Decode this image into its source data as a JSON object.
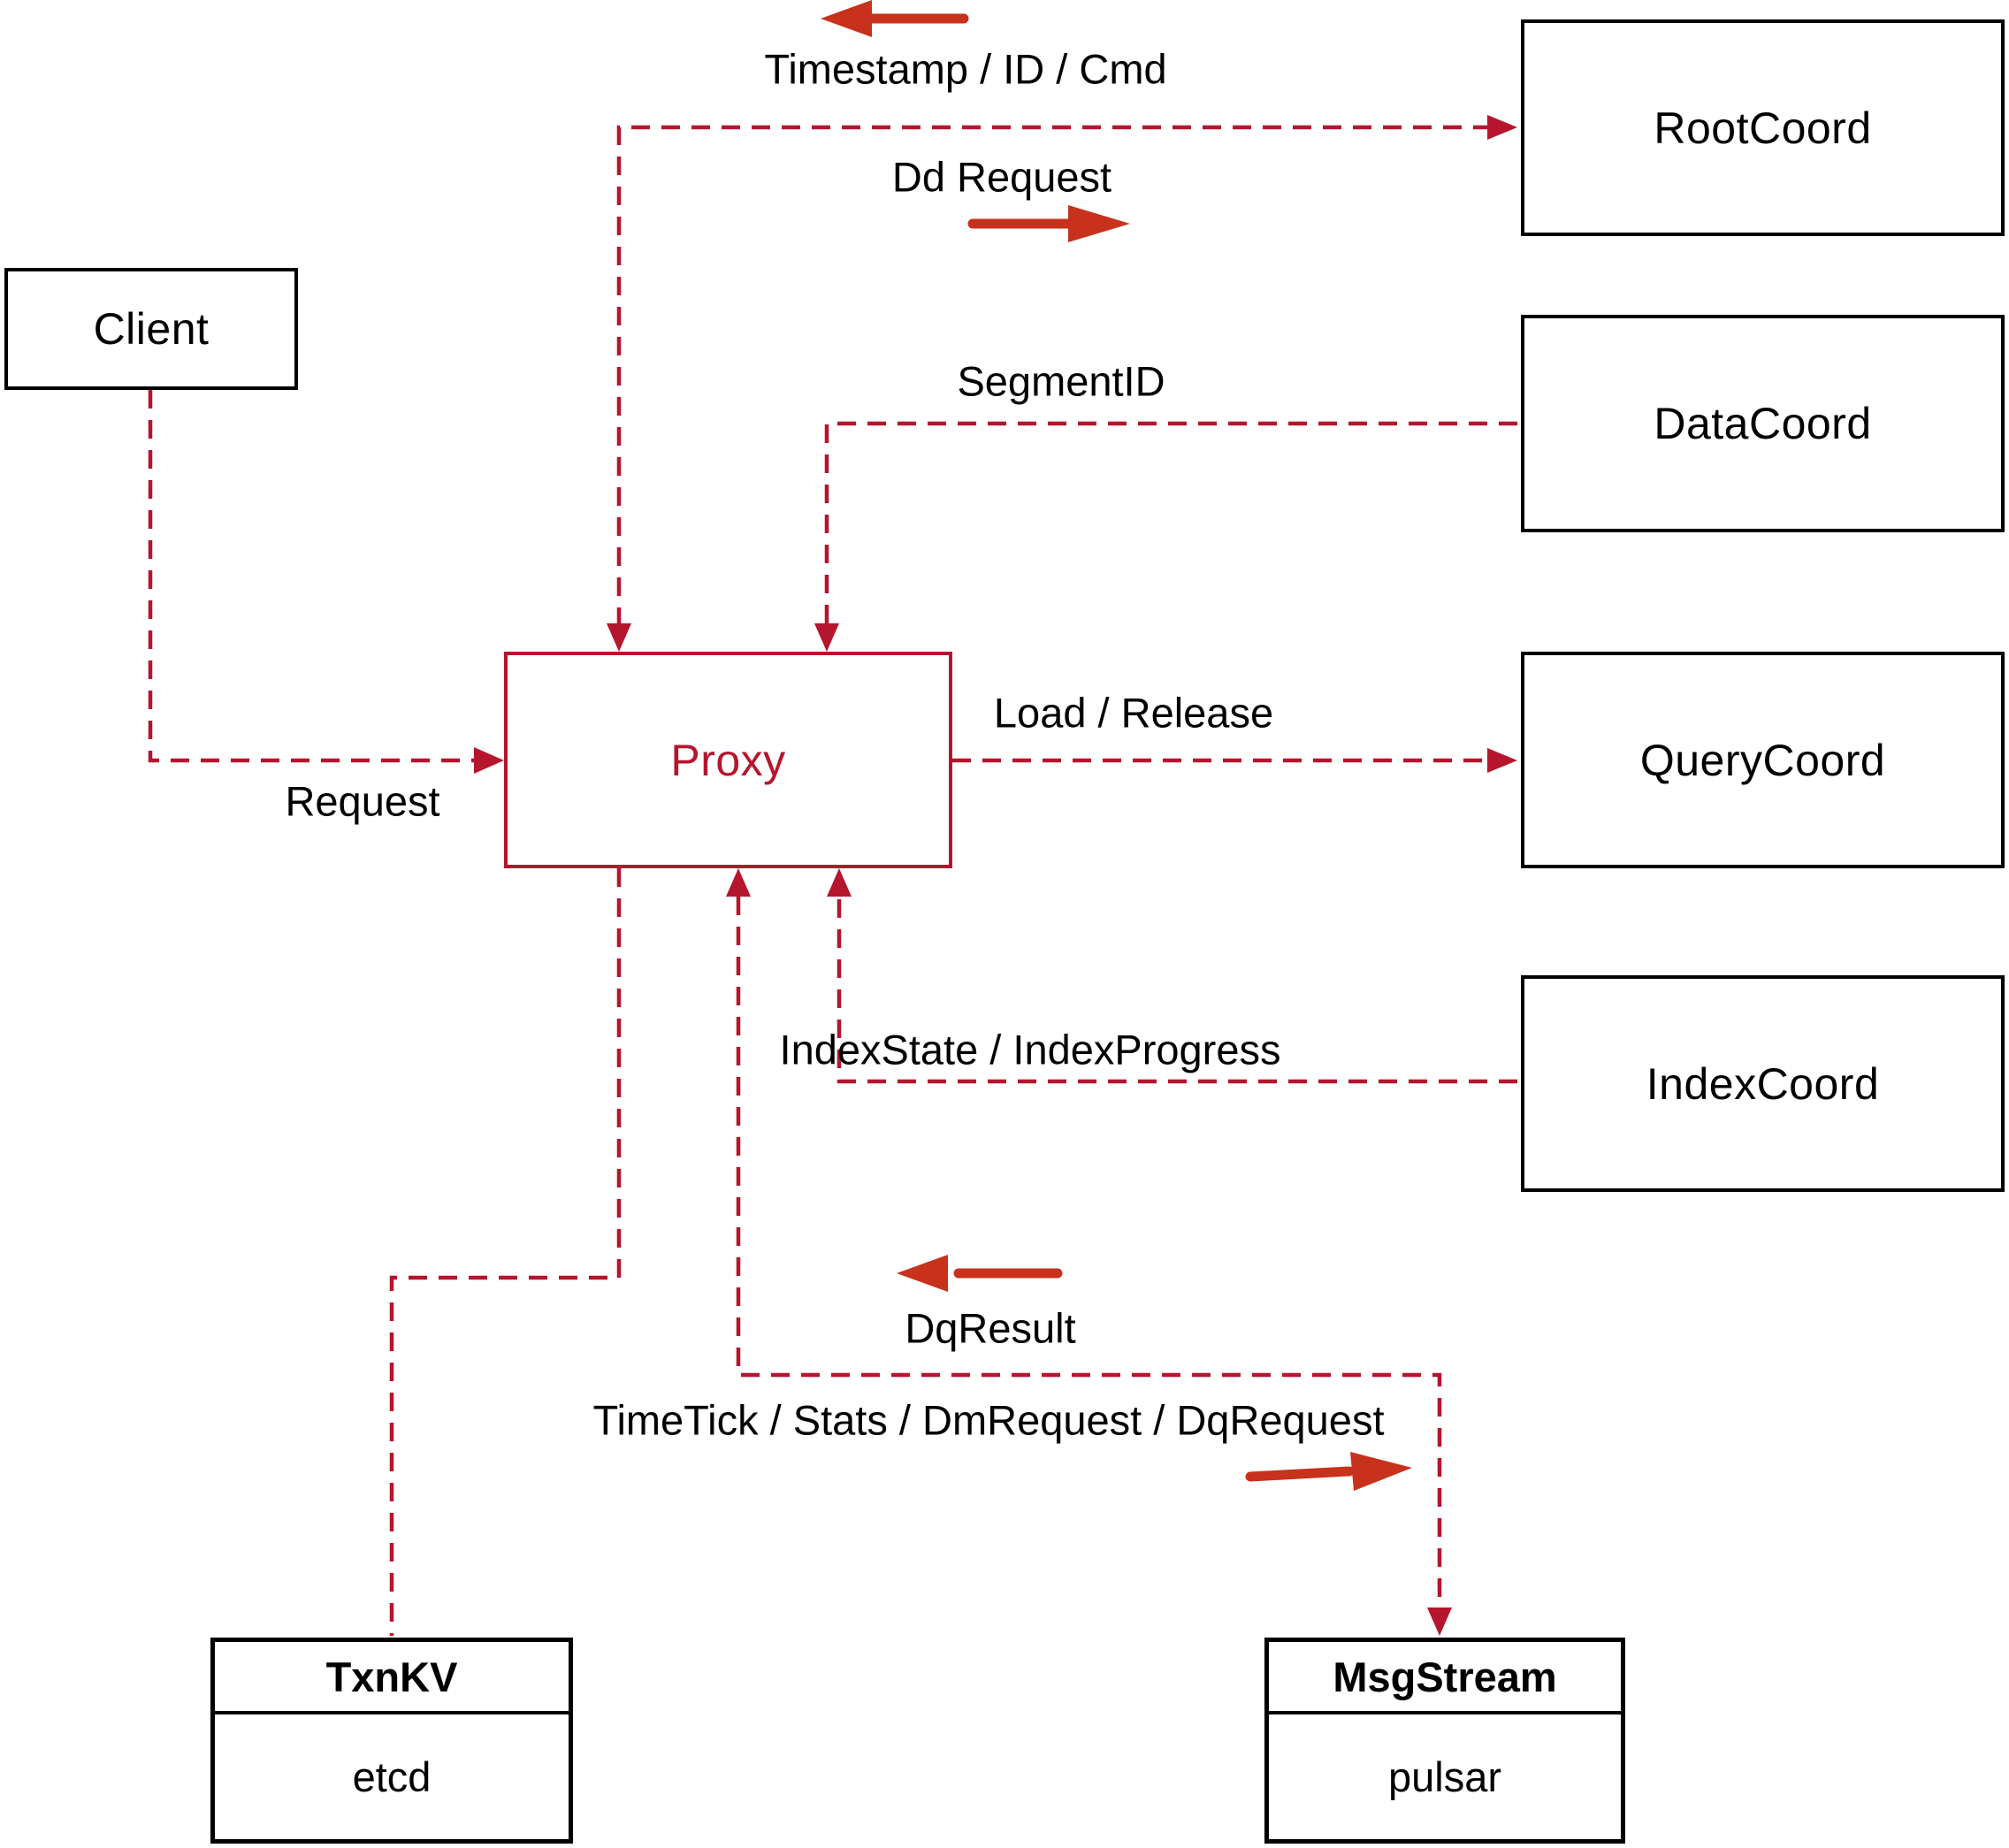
{
  "diagram": {
    "nodes": {
      "client": {
        "label": "Client"
      },
      "proxy": {
        "label": "Proxy"
      },
      "root_coord": {
        "label": "RootCoord"
      },
      "data_coord": {
        "label": "DataCoord"
      },
      "query_coord": {
        "label": "QueryCoord"
      },
      "index_coord": {
        "label": "IndexCoord"
      },
      "txn_kv": {
        "title": "TxnKV",
        "implementation": "etcd"
      },
      "msg_stream": {
        "title": "MsgStream",
        "implementation": "pulsar"
      }
    },
    "edges": {
      "client_to_proxy": {
        "label": "Request"
      },
      "root_coord_to_proxy": {
        "label": "Timestamp / ID / Cmd"
      },
      "proxy_to_root_coord": {
        "label": "Dd Request"
      },
      "data_coord_to_proxy": {
        "label": "SegmentID"
      },
      "proxy_to_query_coord": {
        "label": "Load / Release"
      },
      "index_coord_to_proxy": {
        "label": "IndexState / IndexProgress"
      },
      "msg_stream_to_proxy": {
        "label": "DqResult"
      },
      "proxy_to_msg_stream": {
        "label": "TimeTick / Stats / DmRequest / DqRequest"
      }
    },
    "colors": {
      "connector": "#b5152d",
      "direction_arrow": "#c8311b",
      "node_border": "#000000",
      "label_text": "#000000",
      "background": "#ffffff"
    }
  }
}
